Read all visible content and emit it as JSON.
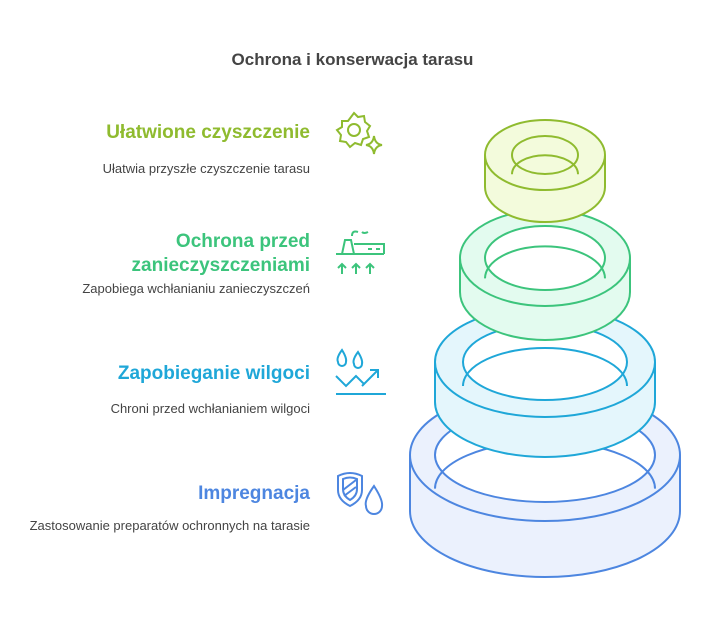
{
  "title": "Ochrona i konserwacja tarasu",
  "levels": [
    {
      "heading": "Ułatwione czyszczenie",
      "description": "Ułatwia przyszłe czyszczenie tarasu",
      "icon": "gear-sparkle-icon",
      "color": "#8fbb2f",
      "fill": "#f3fbdc"
    },
    {
      "heading": "Ochrona przed zanieczyszczeniami",
      "description": "Zapobiega wchłanianiu zanieczyszczeń",
      "icon": "factory-pollution-icon",
      "color": "#3cc47c",
      "fill": "#e3fbef"
    },
    {
      "heading": "Zapobieganie wilgoci",
      "description": "Chroni przed wchłanianiem wilgoci",
      "icon": "water-drops-arrows-icon",
      "color": "#1fa7d8",
      "fill": "#e4f6fc"
    },
    {
      "heading": "Impregnacja",
      "description": "Zastosowanie preparatów ochronnych na tarasie",
      "icon": "shield-drop-icon",
      "color": "#4d86e0",
      "fill": "#ebf1fd"
    }
  ]
}
